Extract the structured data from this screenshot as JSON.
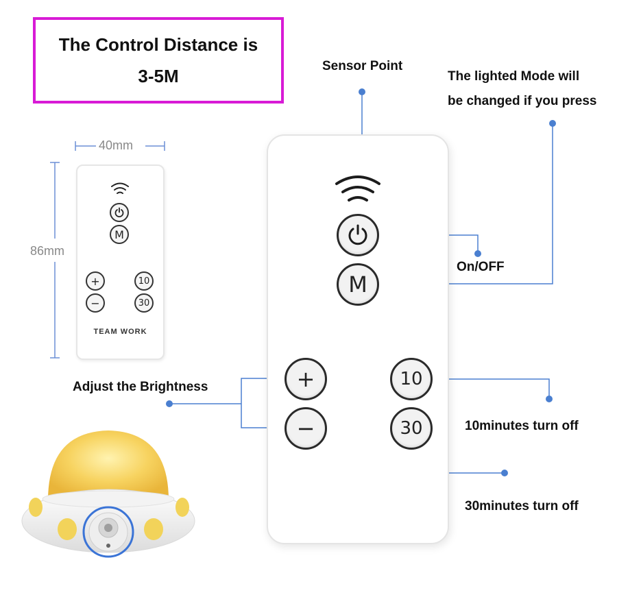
{
  "headline": {
    "line1": "The Control Distance is",
    "line2": "3-5M"
  },
  "callouts": {
    "sensor_point": "Sensor Point",
    "mode_line1": "The lighted Mode will",
    "mode_line2": "be changed if you press",
    "on_off": "On/OFF",
    "brightness": "Adjust the Brightness",
    "ten_min": "10minutes turn off",
    "thirty_min": "30minutes turn off"
  },
  "dimensions": {
    "width": "40mm",
    "height": "86mm"
  },
  "remote": {
    "mode_label": "M",
    "plus_label": "+",
    "minus_label": "−",
    "ten_label": "10",
    "thirty_label": "30",
    "brand": "TEAM WORK"
  },
  "icons": {
    "sensor": "wifi-signal-icon",
    "power": "power-icon"
  },
  "colors": {
    "headline_border": "#d81bd6",
    "callout_line": "#4a7fd0",
    "lamp_glow": "#f5c84a",
    "sensor_ring": "#3b74d6"
  }
}
